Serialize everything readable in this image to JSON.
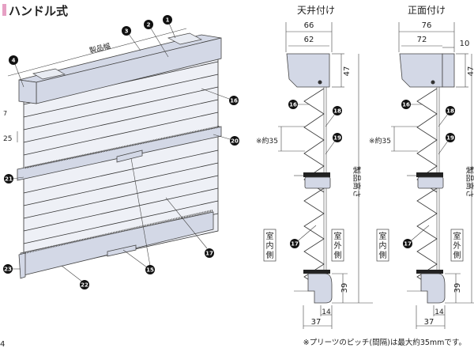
{
  "title": "ハンドル式",
  "colors": {
    "accent": "#e6a0c4",
    "part_fill": "#d3d8e6",
    "fabric_fill": "#eef0f6"
  },
  "perspective": {
    "width_label": "製品幅",
    "dim_pleat_gap": "7",
    "dim_pleat_depth": "25",
    "callouts": [
      "1",
      "2",
      "3",
      "4",
      "16",
      "20",
      "21",
      "15",
      "17",
      "23",
      "22"
    ]
  },
  "ceiling_mount": {
    "title": "天井付け",
    "dim_outer_width": "66",
    "dim_inner_width": "62",
    "dim_head_height": "47",
    "pitch_label": "※約35",
    "height_label": "製品高さ",
    "indoor_label": "室内側",
    "outdoor_label": "室外側",
    "dim_bottom_height": "39",
    "dim_bottom_offset": "14",
    "dim_bottom_width": "37",
    "callouts": [
      "16",
      "18",
      "19",
      "17"
    ]
  },
  "face_mount": {
    "title": "正面付け",
    "dim_outer_width": "76",
    "dim_inner_width": "72",
    "dim_bracket": "10",
    "dim_head_height": "47",
    "pitch_label": "※約35",
    "height_label": "製品高さ",
    "indoor_label": "室内側",
    "outdoor_label": "室外側",
    "dim_bottom_height": "39",
    "dim_bottom_offset": "14",
    "dim_bottom_width": "37",
    "callouts": [
      "16",
      "18",
      "19",
      "17"
    ]
  },
  "footnote": "※プリーツのピッチ(間隔)は最大約35mmです。",
  "page_number": "4"
}
